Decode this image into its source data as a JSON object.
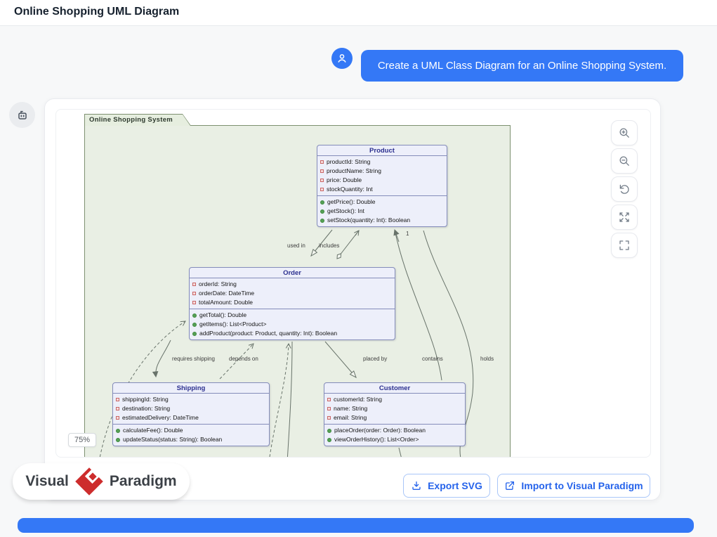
{
  "header": {
    "title": "Online Shopping UML Diagram"
  },
  "chat": {
    "user_message": "Create a UML Class Diagram for an Online Shopping System."
  },
  "canvas": {
    "zoom_level": "75%"
  },
  "diagram": {
    "package_name": "Online Shopping System",
    "classes": [
      {
        "name": "Product",
        "attributes": [
          "productId: String",
          "productName: String",
          "price: Double",
          "stockQuantity: Int"
        ],
        "methods": [
          "getPrice(): Double",
          "getStock(): Int",
          "setStock(quantity: Int): Boolean"
        ]
      },
      {
        "name": "Order",
        "attributes": [
          "orderId: String",
          "orderDate: DateTime",
          "totalAmount: Double"
        ],
        "methods": [
          "getTotal(): Double",
          "getItems(): List<Product>",
          "addProduct(product: Product, quantity: Int): Boolean"
        ]
      },
      {
        "name": "Shipping",
        "attributes": [
          "shippingId: String",
          "destination: String",
          "estimatedDelivery: DateTime"
        ],
        "methods": [
          "calculateFee(): Double",
          "updateStatus(status: String): Boolean"
        ]
      },
      {
        "name": "Customer",
        "attributes": [
          "customerId: String",
          "name: String",
          "email: String"
        ],
        "methods": [
          "placeOrder(order: Order): Boolean",
          "viewOrderHistory(): List<Order>"
        ]
      }
    ],
    "edge_labels": [
      "used in",
      "includes",
      "requires shipping",
      "depends on",
      "placed by",
      "contains",
      "holds"
    ],
    "multiplicity": "1"
  },
  "icons": {
    "user_avatar": "person-icon",
    "bot_avatar": "robot-icon",
    "controls": [
      "zoom-in-icon",
      "zoom-out-icon",
      "reset-view-icon",
      "expand-icon",
      "fullscreen-icon"
    ],
    "export": "download-icon",
    "import": "external-link-icon",
    "attribute_marker": "red-square",
    "method_marker": "green-circle"
  },
  "footer": {
    "brand_left": "Visual",
    "brand_right": "Paradigm",
    "export_label": "Export SVG",
    "import_label": "Import to Visual Paradigm"
  },
  "colors": {
    "accent_blue": "#3478f6",
    "button_text_blue": "#2563eb",
    "package_fill": "#e9efe4",
    "package_border": "#7d9070",
    "class_fill": "#edeffa",
    "class_border": "#848cba",
    "class_title": "#2b2f8f",
    "brand_red": "#cd2d2d"
  }
}
